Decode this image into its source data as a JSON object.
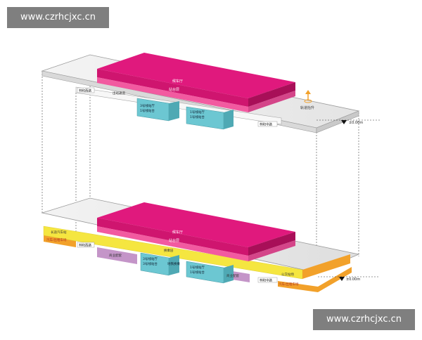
{
  "watermark_top": "www.czrhcjxc.cn",
  "watermark_bottom": "www.czrhcjxc.cn",
  "upper_level": {
    "hall_label": "候车厅",
    "platform_label": "站台层",
    "left_road": "林和西路",
    "right_road": "林和中路",
    "passage_label": "出站通道",
    "metro_left": "3号线站厅",
    "metro_left_sub": "1号线站台",
    "metro_right": "1号线站厅",
    "metro_right_sub": "1号线站台",
    "rail_note": "轨道抬升",
    "elevation": "±0.00m"
  },
  "lower_level": {
    "hall_label": "候车厅",
    "platform_label": "站台层",
    "left_road": "林和西路",
    "right_road": "林和中路",
    "bus_station": "长途汽车站",
    "taxi_left": "汽车/出租车场",
    "commerce_left": "商业配套",
    "commerce_right": "商业配套",
    "concourse": "换乘层",
    "metro_left": "3号线站厅",
    "metro_left_sub": "3号线站台",
    "metro_center": "地铁换乘",
    "metro_right": "1号线站厅",
    "metro_right_sub": "1号线站台",
    "bus_stop": "公交站场",
    "taxi_right": "汽车/出租车场",
    "elevation": "±0.00m"
  },
  "colors": {
    "magenta": "#e0197d",
    "magenta_dark": "#b5125f",
    "cyan": "#6cc7d2",
    "yellow": "#f5e640",
    "orange": "#f2a12a",
    "purple": "#c495c8",
    "slab": "#ebebeb"
  }
}
